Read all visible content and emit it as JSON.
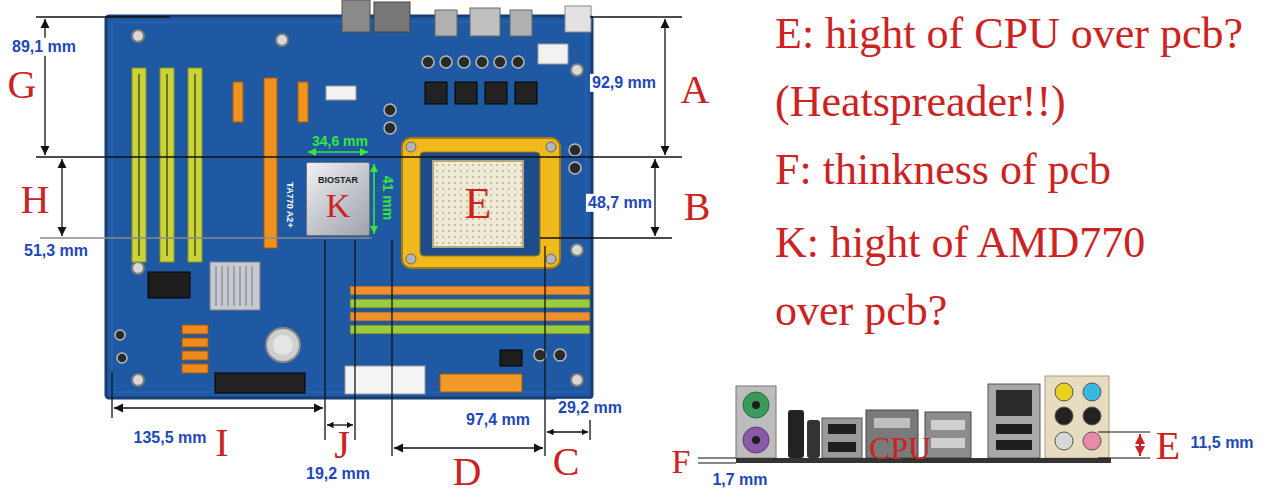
{
  "diagram": {
    "nodes": [
      {
        "text": [
          "BIOSTAR",
          "K"
        ]
      },
      {
        "text": [
          "E"
        ]
      }
    ],
    "labels": [
      "89,1 mm",
      "G",
      "H",
      "51,3 mm",
      "TA770 A2+",
      "34,6 mm",
      "41 mm",
      "92,9 mm",
      "A",
      "48,7 mm",
      "B",
      "135,5 mm",
      "I",
      "J",
      "19,2 mm",
      "97,4 mm",
      "D",
      "29,2 mm",
      "C",
      "E: hight of CPU over pcb? (Heatspreader!!)",
      "F: thinkness of pcb",
      "K: hight of AMD770 over pcb?",
      "F",
      "1,7 mm",
      "CPU",
      "E",
      "11,5 mm"
    ]
  }
}
